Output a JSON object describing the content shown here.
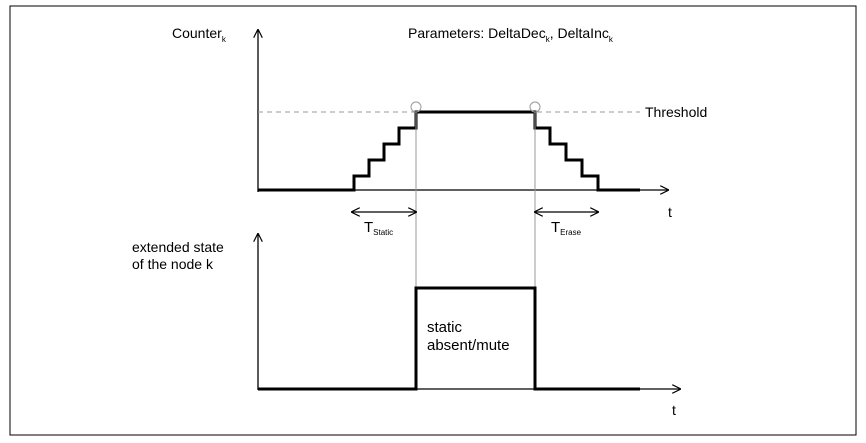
{
  "top_plot": {
    "y_label": {
      "main": "Counter",
      "sub": "k"
    },
    "parameters": {
      "prefix": "Parameters: DeltaDec",
      "sub1": "k",
      "sep": ", DeltaInc",
      "sub2": "k"
    },
    "threshold_label": "Threshold",
    "t_axis_label": "t",
    "t_static": {
      "main": "T",
      "sub": "Static"
    },
    "t_erase": {
      "main": "T",
      "sub": "Erase"
    }
  },
  "bottom_plot": {
    "y_label": {
      "line1": "extended state",
      "line2": "of the node k"
    },
    "box_label": {
      "line1": "static",
      "line2": "absent/mute"
    },
    "t_axis_label": "t"
  },
  "colors": {
    "line": "#000000",
    "guide": "#999999",
    "background": "#ffffff"
  }
}
